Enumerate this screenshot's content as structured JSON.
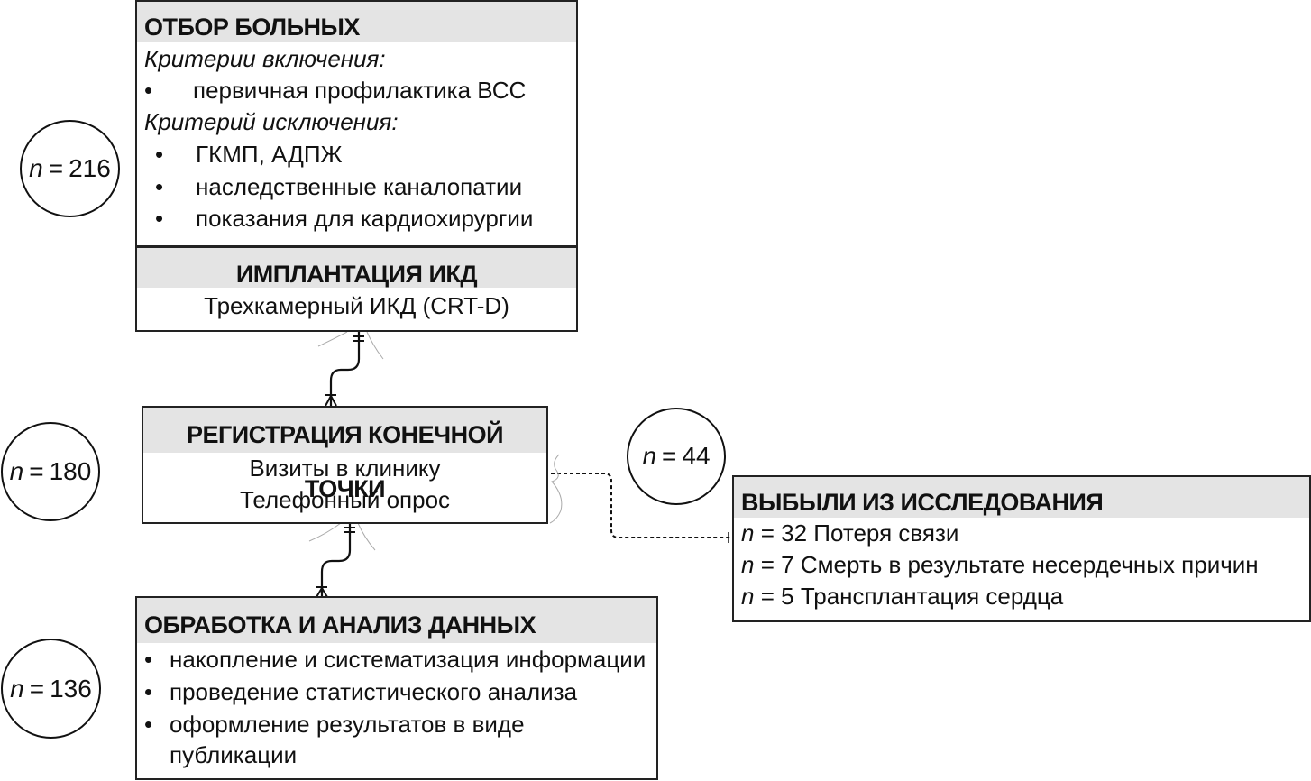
{
  "selection": {
    "title": "ОТБОР БОЛЬНЫХ",
    "inclusion_label": "Критерии включения:",
    "inclusion_items": [
      "первичная профилактика ВСС"
    ],
    "exclusion_label": "Критерий исключения:",
    "exclusion_items": [
      "ГКМП, АДПЖ",
      "наследственные каналопатии",
      "показания для кардиохирургии"
    ],
    "count": {
      "n_label": "n",
      "eq": "=",
      "value": "216"
    }
  },
  "implantation": {
    "title": "ИМПЛАНТАЦИЯ ИКД",
    "subtitle": "Трехкамерный ИКД (CRT-D)"
  },
  "endpoint": {
    "title": "РЕГИСТРАЦИЯ КОНЕЧНОЙ ТОЧКИ",
    "lines": [
      "Визиты в клинику",
      "Телефонный опрос"
    ],
    "count": {
      "n_label": "n",
      "eq": "=",
      "value": "180"
    }
  },
  "dropout": {
    "title": "ВЫБЫЛИ ИЗ ИССЛЕДОВАНИЯ",
    "count": {
      "n_label": "n",
      "eq": "=",
      "value": "44"
    },
    "items": [
      {
        "n_label": "n",
        "eq": "=",
        "value": "32",
        "text": "Потеря связи"
      },
      {
        "n_label": "n",
        "eq": "=",
        "value": "7",
        "text": "Смерть в результате несердечных причин"
      },
      {
        "n_label": "n",
        "eq": "=",
        "value": "5",
        "text": "Трансплантация сердца"
      }
    ]
  },
  "analysis": {
    "title": "ОБРАБОТКА И АНАЛИЗ ДАННЫХ",
    "items": [
      "накопление и систематизация информации",
      "проведение статистического анализа",
      "оформление результатов в виде",
      "публикации"
    ],
    "count": {
      "n_label": "n",
      "eq": "=",
      "value": "136"
    }
  },
  "bullet_glyph": "•"
}
